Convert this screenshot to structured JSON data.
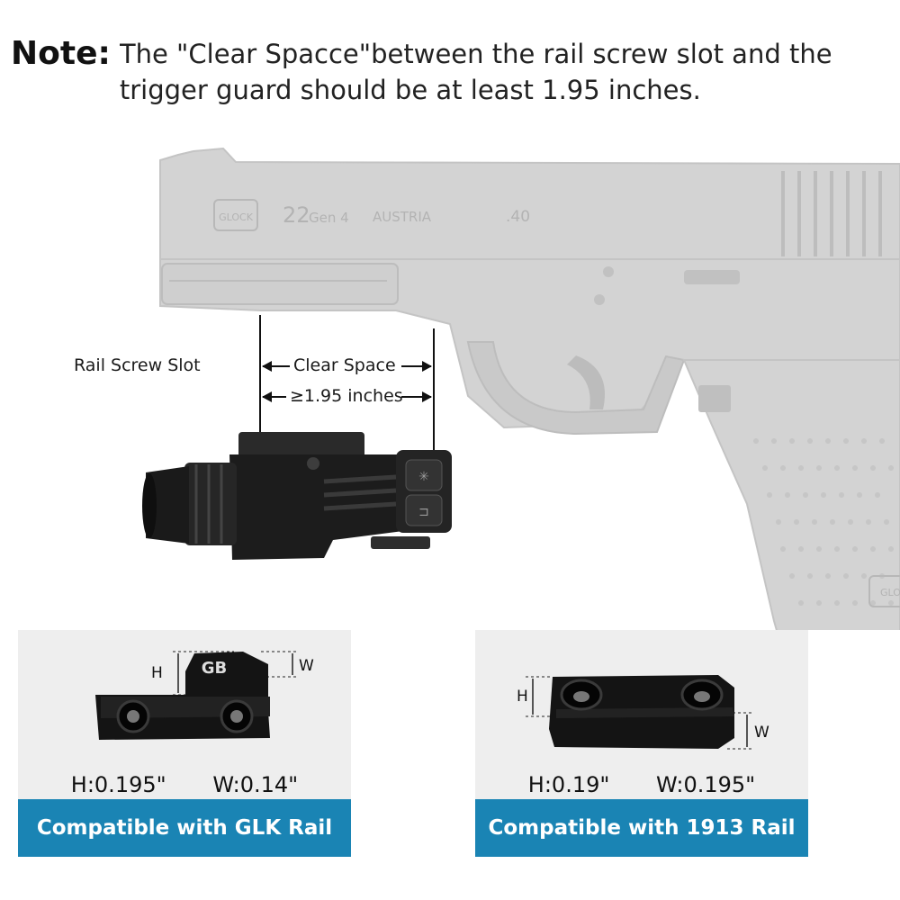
{
  "note": {
    "label": "Note:",
    "text": "The \"Clear Spacce\"between the rail screw slot and the trigger guard should be at least 1.95 inches."
  },
  "pistol": {
    "brand_mark": "GLOCK",
    "model": "22",
    "generation": "Gen 4",
    "origin": "AUSTRIA",
    "caliber": ".40",
    "grip_logo": "GLOCK"
  },
  "diagram": {
    "rail_screw_slot_label": "Rail Screw Slot",
    "clear_space_label": "Clear Space",
    "distance_label": "≥1.95 inches"
  },
  "panels": [
    {
      "h_letter": "H",
      "w_letter": "W",
      "height_text": "H:0.195\"",
      "width_text": "W:0.14\"",
      "part_engraving": "GB",
      "banner": "Compatible with GLK Rail"
    },
    {
      "h_letter": "H",
      "w_letter": "W",
      "height_text": "H:0.19\"",
      "width_text": "W:0.195\"",
      "banner": "Compatible with 1913 Rail"
    }
  ],
  "colors": {
    "pistol_fill": "#d3d3d3",
    "pistol_detail": "#bcbcbc",
    "light_body": "#1c1c1c",
    "panel_bg": "#eeeeee",
    "banner_bg": "#1a84b4"
  }
}
